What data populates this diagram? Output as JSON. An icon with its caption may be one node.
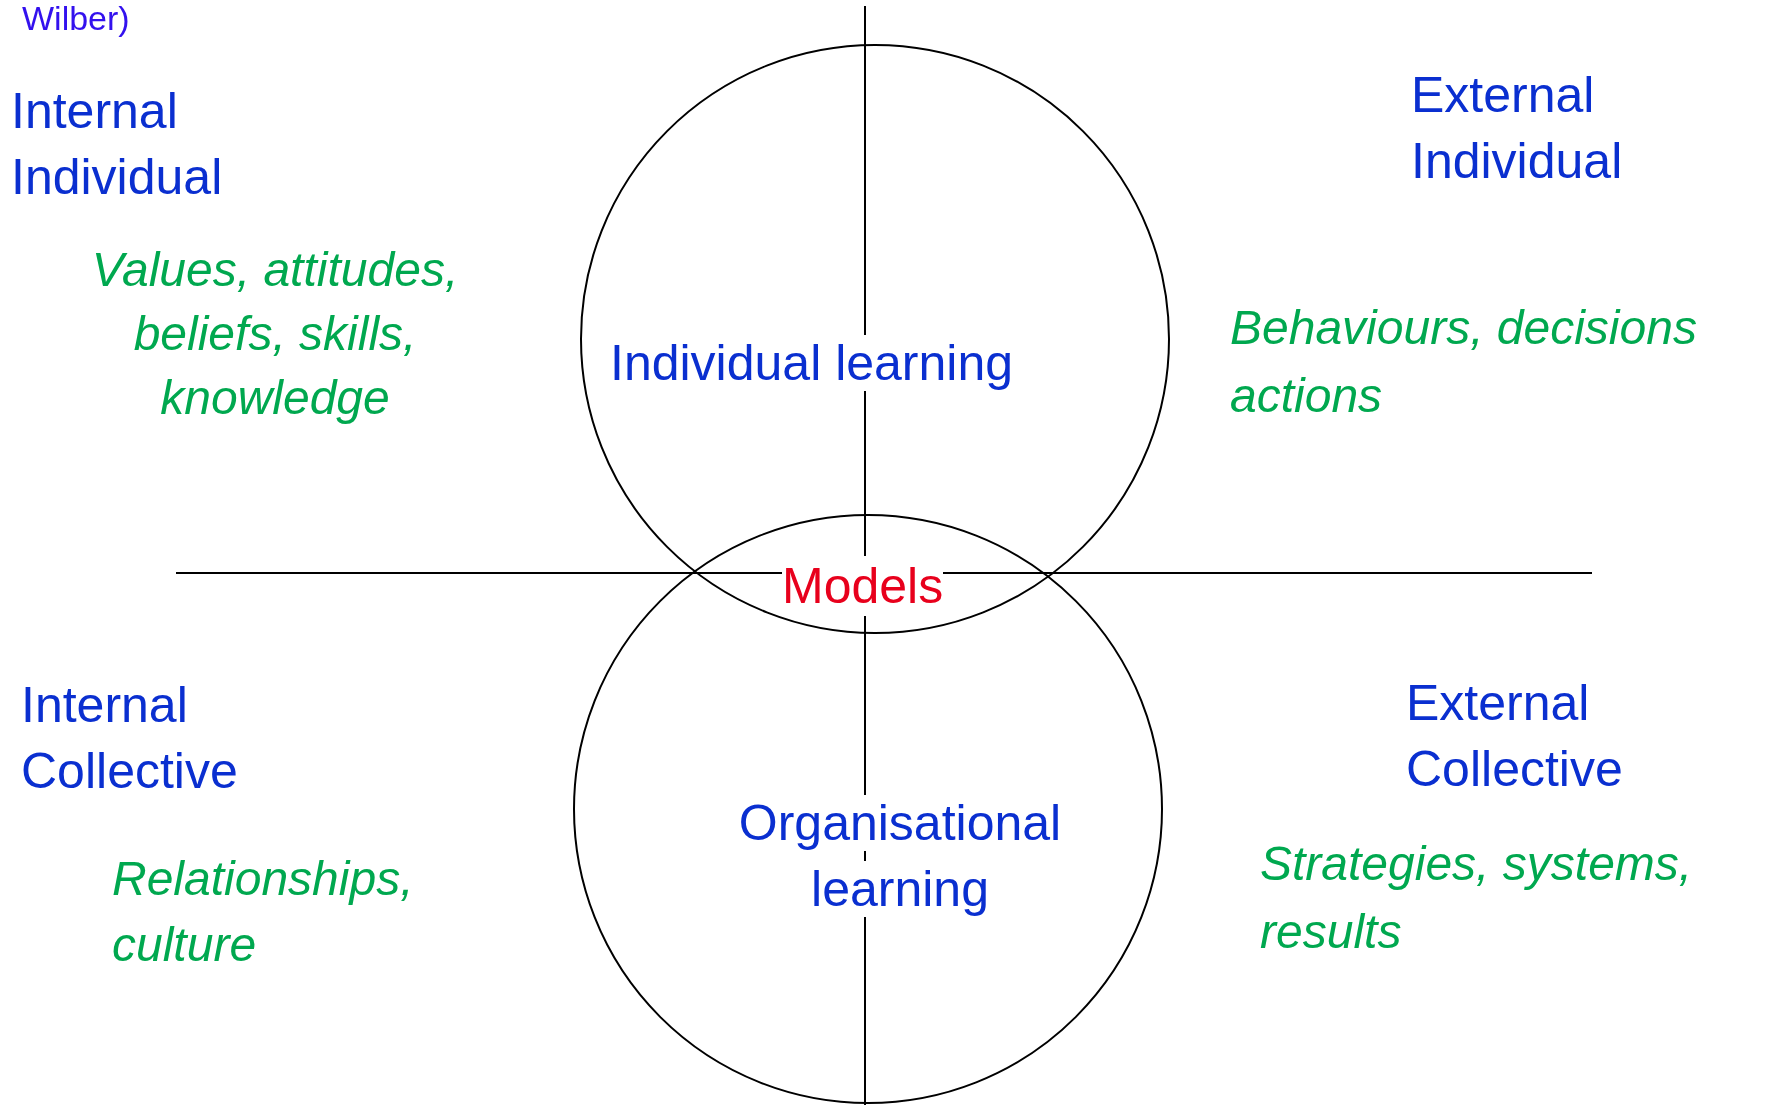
{
  "diagram": {
    "nodes": [
      {
        "text": [
          "Individual learning"
        ]
      },
      {
        "text": [
          "Organisational learning"
        ]
      }
    ],
    "edges": [],
    "labels": [
      "Wilber)",
      "Internal Individual",
      "Values, attitudes, beliefs, skills, knowledge",
      "External Individual",
      "Behaviours, decisions actions",
      "Models",
      "Internal Collective",
      "Relationships, culture",
      "External Collective",
      "Strategies, systems, results"
    ]
  }
}
